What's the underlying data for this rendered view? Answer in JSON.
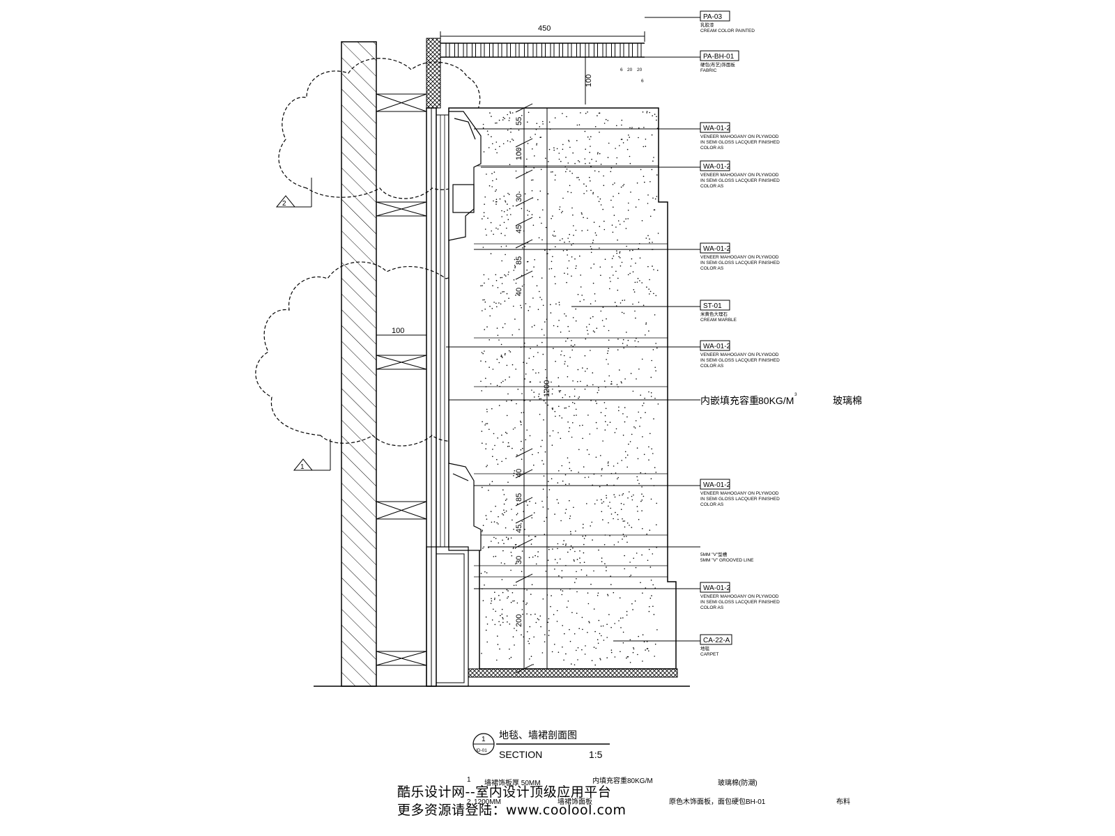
{
  "top_dimension": "450",
  "dims_right_stack": [
    "55",
    "100",
    "30",
    "45",
    "85",
    "40",
    "1200",
    "40",
    "85",
    "45",
    "30",
    "200"
  ],
  "small_dims": [
    "6",
    "20",
    "20",
    "6",
    "100"
  ],
  "wall_dim": "100",
  "tags": {
    "pa03": {
      "code": "PA-03",
      "line1": "乳胶漆",
      "line2": "CREAM COLOR PAINTED"
    },
    "pabh01": {
      "code": "PA-BH-01",
      "line1": "硬包(布艺)饰面板",
      "line2": "FABRIC"
    },
    "wood": {
      "code": "WA-01-2",
      "line1": "VENEER MAHOGANY ON PLYWOOD",
      "line2": "IN SEMI GLOSS LACQUER FINISHED",
      "line3": "COLOR AS"
    },
    "st01": {
      "code": "ST-01",
      "line1": "米黄色大理石",
      "line2": "CREAM MARBLE"
    },
    "groove": {
      "line1": "5MM \"V\"型槽",
      "line2": "5MM \"V\" GROOVED LINE"
    },
    "ca22": {
      "code": "CA-22-A",
      "line1": "地毯",
      "line2": "CARPET"
    }
  },
  "fill_note": {
    "left": "内嵌填充容重",
    "mid": "80KG/M",
    "sup": "3",
    "right": "玻璃棉"
  },
  "markers": [
    "2",
    "1"
  ],
  "section": {
    "cn": "地毯、墙裙剖面图",
    "sheet": "ID-01",
    "number": "1",
    "en": "SECTION",
    "scale": "1:5"
  },
  "notes": [
    {
      "num": "1",
      "a": "墙裙饰板厚 50MM",
      "b": "内填充容重80KG/M",
      "c": "玻璃棉(防潮)"
    },
    {
      "num": "2",
      "a": "1200MM",
      "b": "墙裙饰面板",
      "c": "原色木饰面板，面包硬包BH-01",
      "d": "布料"
    }
  ],
  "footer": {
    "line1": "酷乐设计网--室内设计顶级应用平台",
    "line2": "更多资源请登陆：www.coolool.com"
  }
}
